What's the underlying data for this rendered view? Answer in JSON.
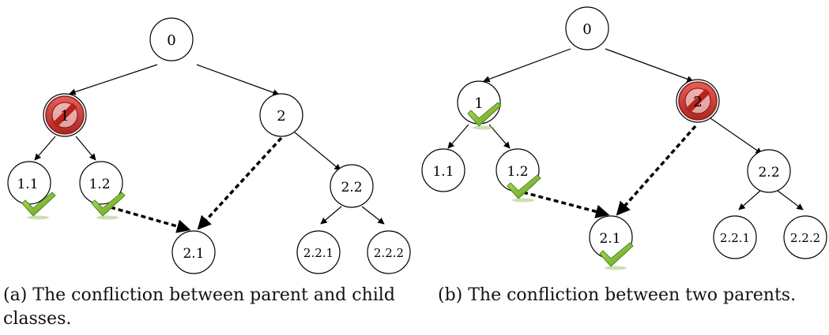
{
  "figure_a": {
    "caption": "(a) The confliction between parent and child classes.",
    "nodes": {
      "root": "0",
      "n1": "1",
      "n2": "2",
      "n11": "1.1",
      "n12": "1.2",
      "n21": "2.1",
      "n22": "2.2",
      "n221": "2.2.1",
      "n222": "2.2.2"
    },
    "markers": {
      "forbidden": [
        "1"
      ],
      "check": [
        "1.1",
        "1.2"
      ]
    }
  },
  "figure_b": {
    "caption": "(b) The confliction between two parents.",
    "nodes": {
      "root": "0",
      "n1": "1",
      "n2": "2",
      "n11": "1.1",
      "n12": "1.2",
      "n21": "2.1",
      "n22": "2.2",
      "n221": "2.2.1",
      "n222": "2.2.2"
    },
    "markers": {
      "forbidden": [
        "2"
      ],
      "check": [
        "1",
        "1.2",
        "2.1"
      ]
    }
  },
  "colors": {
    "node_stroke": "#000000",
    "edge": "#000000",
    "forbidden_fill": "#c8201c",
    "forbidden_dark": "#8a1210",
    "check_fill": "#8cc63f",
    "check_dark": "#4f8a1c"
  }
}
